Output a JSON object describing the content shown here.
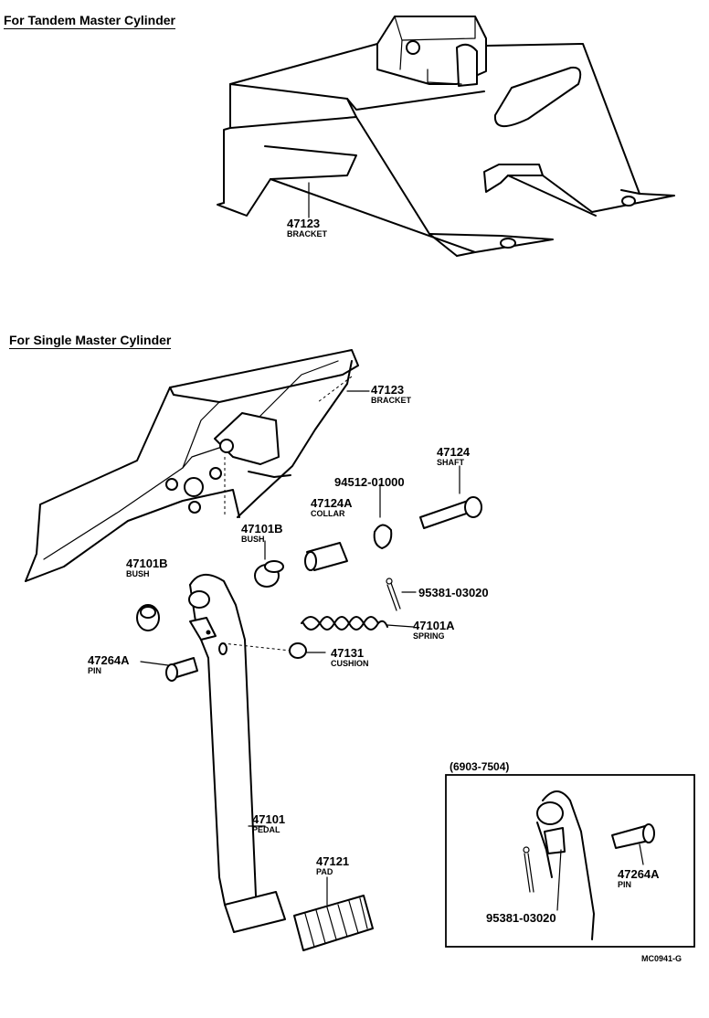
{
  "sections": {
    "tandem_heading": "For Tandem Master Cylinder",
    "single_heading": "For Single Master Cylinder",
    "inset_heading": "(6903-7504)"
  },
  "parts": {
    "bracket_tandem": {
      "number": "47123",
      "name": "BRACKET"
    },
    "bracket_single": {
      "number": "47123",
      "name": "BRACKET"
    },
    "shaft": {
      "number": "47124",
      "name": "SHAFT"
    },
    "washer": {
      "number": "94512-01000"
    },
    "collar": {
      "number": "47124A",
      "name": "COLLAR"
    },
    "bush_upper": {
      "number": "47101B",
      "name": "BUSH"
    },
    "bush_left": {
      "number": "47101B",
      "name": "BUSH"
    },
    "cotter_pin": {
      "number": "95381-03020"
    },
    "spring": {
      "number": "47101A",
      "name": "SPRING"
    },
    "cushion": {
      "number": "47131",
      "name": "CUSHION"
    },
    "pin": {
      "number": "47264A",
      "name": "PIN"
    },
    "pedal": {
      "number": "47101",
      "name": "PEDAL"
    },
    "pad": {
      "number": "47121",
      "name": "PAD"
    },
    "inset_pin": {
      "number": "47264A",
      "name": "PIN"
    },
    "inset_cotter_pin": {
      "number": "95381-03020"
    }
  },
  "diagram_code": "MC0941-G"
}
